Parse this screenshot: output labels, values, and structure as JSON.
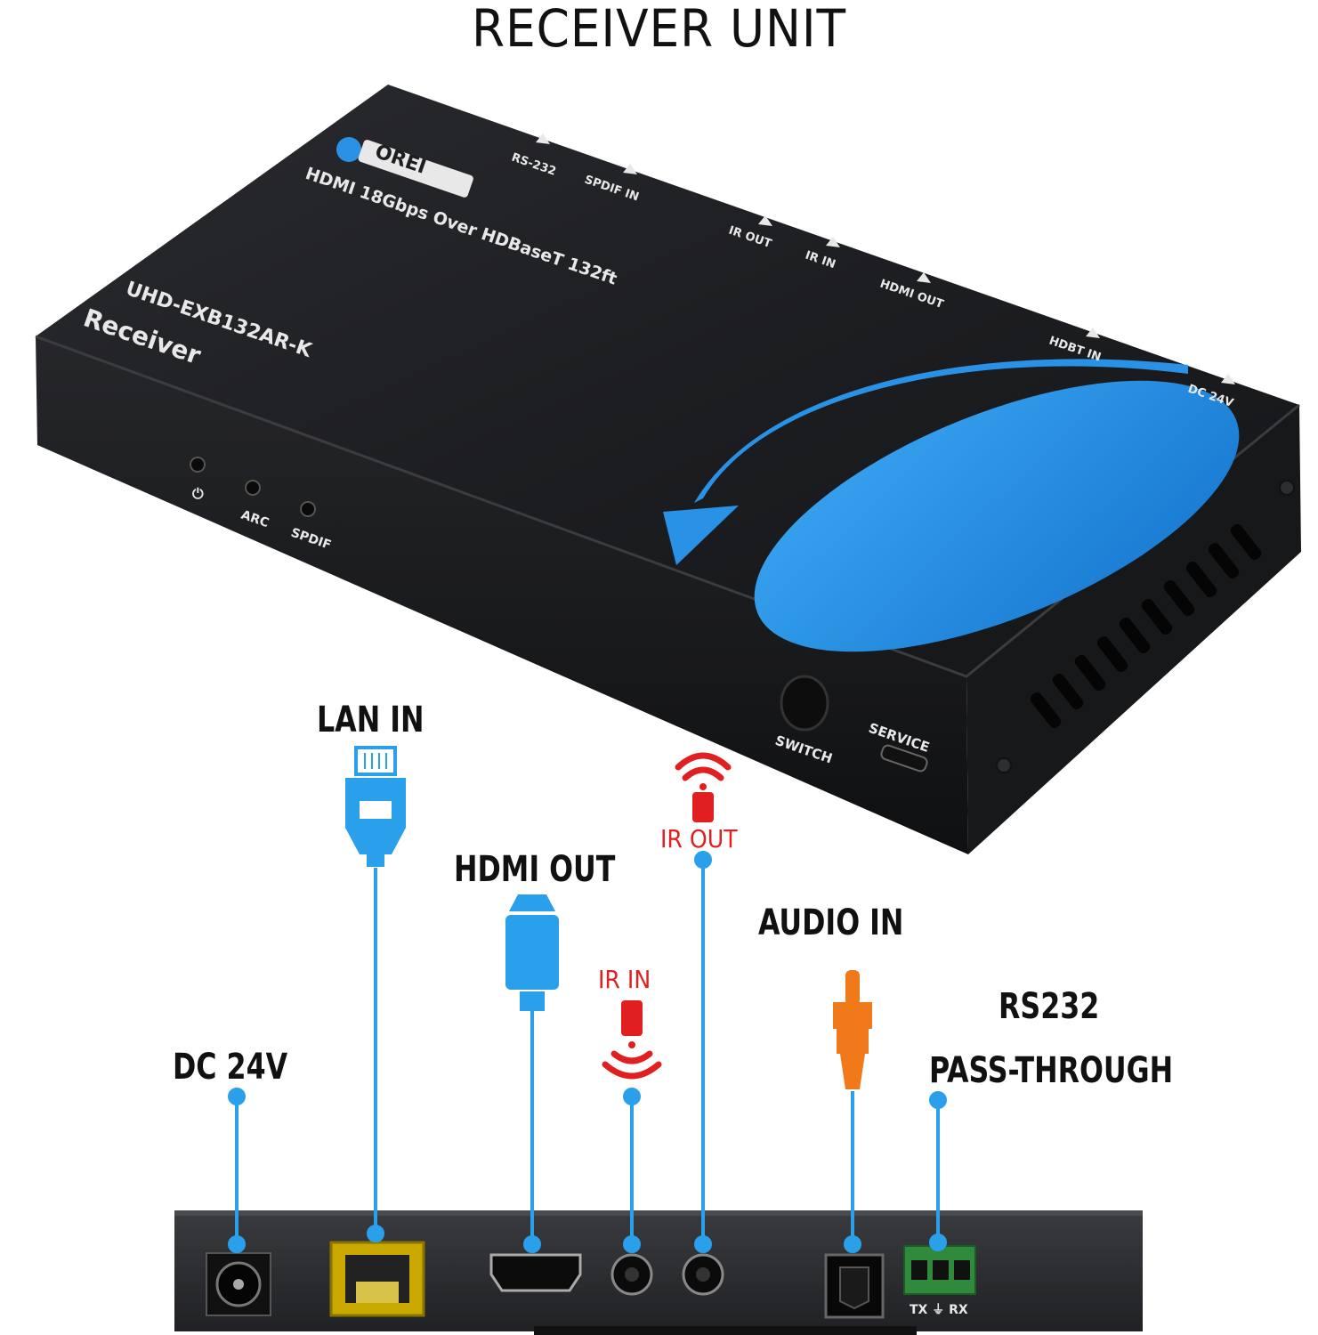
{
  "title": "RECEIVER UNIT",
  "device": {
    "brand_logo": "OREI",
    "product_line": "HDMI 18Gbps Over HDBaseT 132ft",
    "model": "UHD-EXB132AR-K",
    "unit_type": "Receiver",
    "top_labels": [
      "RS-232",
      "SPDIF IN",
      "IR OUT",
      "IR IN",
      "HDMI OUT",
      "HDBT IN",
      "DC 24V"
    ],
    "front_labels": {
      "arc": "ARC",
      "spdif": "SPDIF",
      "switch": "SWITCH",
      "service": "SERVICE"
    }
  },
  "callouts": {
    "lan_in": "LAN IN",
    "hdmi_out": "HDMI OUT",
    "ir_out": "IR OUT",
    "ir_in": "IR IN",
    "audio_in": "AUDIO IN",
    "rs232_line1": "RS232",
    "rs232_line2": "PASS-THROUGH",
    "dc_24v": "DC 24V"
  },
  "rear_panel": {
    "terminal_label": "TX ⏚ RX"
  },
  "colors": {
    "accent_blue": "#1f8fe0",
    "cable_blue": "#2aa0ea",
    "ir_red": "#e02020",
    "audio_orange": "#f07a1a",
    "device_body": "#1c1d20"
  }
}
